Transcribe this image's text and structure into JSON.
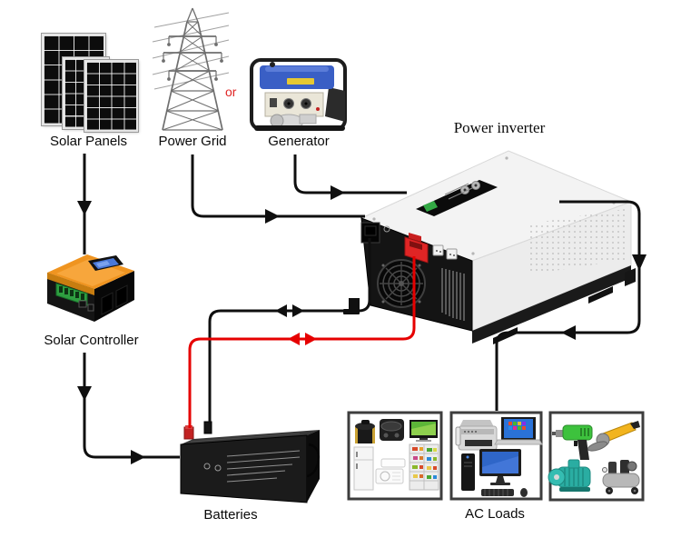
{
  "diagram": {
    "labels": {
      "solar_panels": "Solar Panels",
      "power_grid": "Power Grid",
      "generator": "Generator",
      "power_inverter": "Power inverter",
      "solar_controller": "Solar Controller",
      "batteries": "Batteries",
      "ac_loads": "AC Loads",
      "or": "or"
    },
    "colors": {
      "wire_black": "#0f0f0f",
      "wire_red": "#e60000",
      "or_text": "#e02525",
      "controller_orange": "#ef9420",
      "generator_blue": "#3a5fc5",
      "load_box_border": "#3d3d3d"
    },
    "connections": [
      {
        "from": "Solar Panels",
        "to": "Solar Controller",
        "wire": "black",
        "direction": "one-way"
      },
      {
        "from": "Power Grid",
        "to": "Power inverter",
        "wire": "black",
        "direction": "one-way"
      },
      {
        "from": "Generator",
        "to": "Power inverter",
        "wire": "black",
        "direction": "one-way"
      },
      {
        "from": "Solar Controller",
        "to": "Batteries",
        "wire": "black",
        "direction": "one-way"
      },
      {
        "from": "Batteries",
        "to": "Power inverter",
        "wire": "black",
        "direction": "two-way"
      },
      {
        "from": "Batteries",
        "to": "Power inverter",
        "wire": "red",
        "direction": "two-way"
      },
      {
        "from": "Power inverter",
        "to": "AC Loads",
        "wire": "black",
        "direction": "one-way"
      }
    ]
  }
}
